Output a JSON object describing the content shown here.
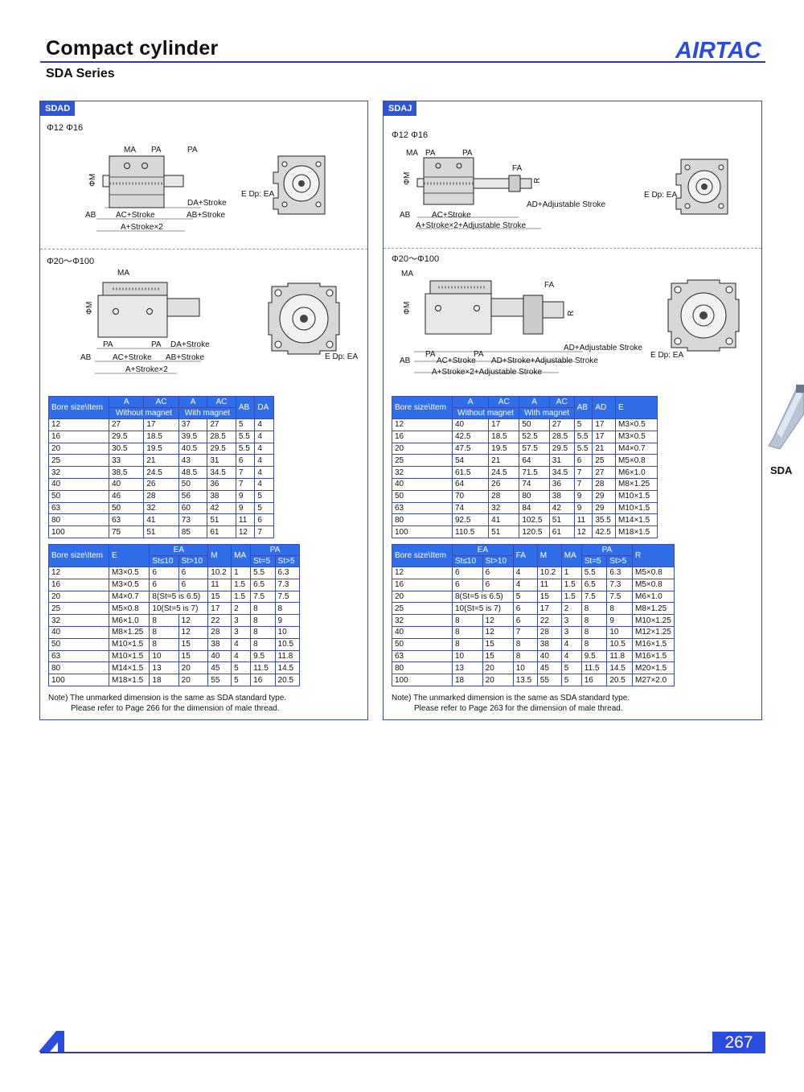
{
  "header": {
    "title": "Compact cylinder",
    "subtitle": "SDA Series",
    "brand": "AIRTAC"
  },
  "side": {
    "label": "SDA"
  },
  "footer": {
    "page_number": "267"
  },
  "sdad": {
    "tag": "SDAD",
    "size_small": "Φ12 Φ16",
    "size_large": "Φ20～Φ100",
    "labels_small": {
      "ma": "MA",
      "pa1": "PA",
      "pa2": "PA",
      "phim": "ΦM",
      "da_stroke": "DA+Stroke",
      "ab": "AB",
      "ac_stroke": "AC+Stroke",
      "ab_stroke": "AB+Stroke",
      "a_stroke2": "A+Stroke×2",
      "edp": "E Dp: EA"
    },
    "labels_large": {
      "ma": "MA",
      "phim": "ΦM",
      "pa1": "PA",
      "pa2": "PA",
      "da_stroke": "DA+Stroke",
      "ab": "AB",
      "ac_stroke": "AC+Stroke",
      "ab_stroke": "AB+Stroke",
      "a_stroke2": "A+Stroke×2",
      "edp": "E Dp: EA"
    },
    "table1": {
      "bore_label": "Bore size\\Item",
      "groups": {
        "a1": "A",
        "ac1": "AC",
        "a2": "A",
        "ac2": "AC",
        "ab": "AB",
        "da": "DA",
        "without": "Without magnet",
        "with": "With magnet"
      },
      "rows": [
        [
          "12",
          "27",
          "17",
          "37",
          "27",
          "5",
          "4"
        ],
        [
          "16",
          "29.5",
          "18.5",
          "39.5",
          "28.5",
          "5.5",
          "4"
        ],
        [
          "20",
          "30.5",
          "19.5",
          "40.5",
          "29.5",
          "5.5",
          "4"
        ],
        [
          "25",
          "33",
          "21",
          "43",
          "31",
          "6",
          "4"
        ],
        [
          "32",
          "38.5",
          "24.5",
          "48.5",
          "34.5",
          "7",
          "4"
        ],
        [
          "40",
          "40",
          "26",
          "50",
          "36",
          "7",
          "4"
        ],
        [
          "50",
          "46",
          "28",
          "56",
          "38",
          "9",
          "5"
        ],
        [
          "63",
          "50",
          "32",
          "60",
          "42",
          "9",
          "5"
        ],
        [
          "80",
          "63",
          "41",
          "73",
          "51",
          "11",
          "6"
        ],
        [
          "100",
          "75",
          "51",
          "85",
          "61",
          "12",
          "7"
        ]
      ]
    },
    "table2": {
      "bore_label": "Bore size\\Item",
      "groups": {
        "e": "E",
        "ea": "EA",
        "m": "M",
        "ma": "MA",
        "pa": "PA",
        "st_le10": "St≤10",
        "st_gt10": "St>10",
        "st_eq5": "St=5",
        "st_gt5": "St>5"
      },
      "rows": [
        [
          "12",
          "M3×0.5",
          "6",
          "6",
          "10.2",
          "1",
          "5.5",
          "6.3"
        ],
        [
          "16",
          "M3×0.5",
          "6",
          "6",
          "11",
          "1.5",
          "6.5",
          "7.3"
        ],
        [
          "20",
          "M4×0.7",
          "8(St=5 is 6.5)",
          "",
          "15",
          "1.5",
          "7.5",
          "7.5"
        ],
        [
          "25",
          "M5×0.8",
          "10(St=5 is 7)",
          "",
          "17",
          "2",
          "8",
          "8"
        ],
        [
          "32",
          "M6×1.0",
          "8",
          "12",
          "22",
          "3",
          "8",
          "9"
        ],
        [
          "40",
          "M8×1.25",
          "8",
          "12",
          "28",
          "3",
          "8",
          "10"
        ],
        [
          "50",
          "M10×1.5",
          "8",
          "15",
          "38",
          "4",
          "8",
          "10.5"
        ],
        [
          "63",
          "M10×1.5",
          "10",
          "15",
          "40",
          "4",
          "9.5",
          "11.8"
        ],
        [
          "80",
          "M14×1.5",
          "13",
          "20",
          "45",
          "5",
          "11.5",
          "14.5"
        ],
        [
          "100",
          "M18×1.5",
          "18",
          "20",
          "55",
          "5",
          "16",
          "20.5"
        ]
      ]
    },
    "note1": "Note) The unmarked dimension is the same as SDA standard type.",
    "note2": "Please refer to Page 266 for the dimension of male thread."
  },
  "sdaj": {
    "tag": "SDAJ",
    "size_small": "Φ12 Φ16",
    "size_large": "Φ20～Φ100",
    "labels_small": {
      "ma": "MA",
      "pa1": "PA",
      "pa2": "PA",
      "fa": "FA",
      "phim": "ΦM",
      "r": "R",
      "ad_adj": "AD+Adjustable Stroke",
      "ab": "AB",
      "ac_stroke": "AC+Stroke",
      "a_stroke_adj": "A+Stroke×2+Adjustable Stroke",
      "edp": "E Dp: EA"
    },
    "labels_large": {
      "ma": "MA",
      "fa": "FA",
      "phim": "ΦM",
      "r": "R",
      "ad_adj": "AD+Adjustable Stroke",
      "pa1": "PA",
      "pa2": "PA",
      "ab": "AB",
      "ac_stroke": "AC+Stroke",
      "ad_stroke_adj": "AD+Stroke+Adjustable Stroke",
      "a_stroke_adj": "A+Stroke×2+Adjustable Stroke",
      "edp": "E Dp: EA"
    },
    "table1": {
      "bore_label": "Bore size\\Item",
      "groups": {
        "a1": "A",
        "ac1": "AC",
        "a2": "A",
        "ac2": "AC",
        "ab": "AB",
        "ad": "AD",
        "e": "E",
        "without": "Without magnet",
        "with": "With magnet"
      },
      "rows": [
        [
          "12",
          "40",
          "17",
          "50",
          "27",
          "5",
          "17",
          "M3×0.5"
        ],
        [
          "16",
          "42.5",
          "18.5",
          "52.5",
          "28.5",
          "5.5",
          "17",
          "M3×0.5"
        ],
        [
          "20",
          "47.5",
          "19.5",
          "57.5",
          "29.5",
          "5.5",
          "21",
          "M4×0.7"
        ],
        [
          "25",
          "54",
          "21",
          "64",
          "31",
          "6",
          "25",
          "M5×0.8"
        ],
        [
          "32",
          "61.5",
          "24.5",
          "71.5",
          "34.5",
          "7",
          "27",
          "M6×1.0"
        ],
        [
          "40",
          "64",
          "26",
          "74",
          "36",
          "7",
          "28",
          "M8×1.25"
        ],
        [
          "50",
          "70",
          "28",
          "80",
          "38",
          "9",
          "29",
          "M10×1.5"
        ],
        [
          "63",
          "74",
          "32",
          "84",
          "42",
          "9",
          "29",
          "M10×1.5"
        ],
        [
          "80",
          "92.5",
          "41",
          "102.5",
          "51",
          "11",
          "35.5",
          "M14×1.5"
        ],
        [
          "100",
          "110.5",
          "51",
          "120.5",
          "61",
          "12",
          "42.5",
          "M18×1.5"
        ]
      ]
    },
    "table2": {
      "bore_label": "Bore size\\Item",
      "groups": {
        "ea": "EA",
        "fa": "FA",
        "m": "M",
        "ma": "MA",
        "pa": "PA",
        "r": "R",
        "st_le10": "St≤10",
        "st_gt10": "St>10",
        "st_eq5": "St=5",
        "st_gt5": "St>5"
      },
      "rows": [
        [
          "12",
          "6",
          "6",
          "4",
          "10.2",
          "1",
          "5.5",
          "6.3",
          "M5×0.8"
        ],
        [
          "16",
          "6",
          "6",
          "4",
          "11",
          "1.5",
          "6.5",
          "7.3",
          "M5×0.8"
        ],
        [
          "20",
          "8(St=5 is 6.5)",
          "",
          "5",
          "15",
          "1.5",
          "7.5",
          "7.5",
          "M6×1.0"
        ],
        [
          "25",
          "10(St=5 is 7)",
          "",
          "6",
          "17",
          "2",
          "8",
          "8",
          "M8×1.25"
        ],
        [
          "32",
          "8",
          "12",
          "6",
          "22",
          "3",
          "8",
          "9",
          "M10×1.25"
        ],
        [
          "40",
          "8",
          "12",
          "7",
          "28",
          "3",
          "8",
          "10",
          "M12×1.25"
        ],
        [
          "50",
          "8",
          "15",
          "8",
          "38",
          "4",
          "8",
          "10.5",
          "M16×1.5"
        ],
        [
          "63",
          "10",
          "15",
          "8",
          "40",
          "4",
          "9.5",
          "11.8",
          "M16×1.5"
        ],
        [
          "80",
          "13",
          "20",
          "10",
          "45",
          "5",
          "11.5",
          "14.5",
          "M20×1.5"
        ],
        [
          "100",
          "18",
          "20",
          "13.5",
          "55",
          "5",
          "16",
          "20.5",
          "M27×2.0"
        ]
      ]
    },
    "note1": "Note) The unmarked dimension is the same as SDA standard type.",
    "note2": "Please refer to Page 263 for the dimension of male thread."
  }
}
